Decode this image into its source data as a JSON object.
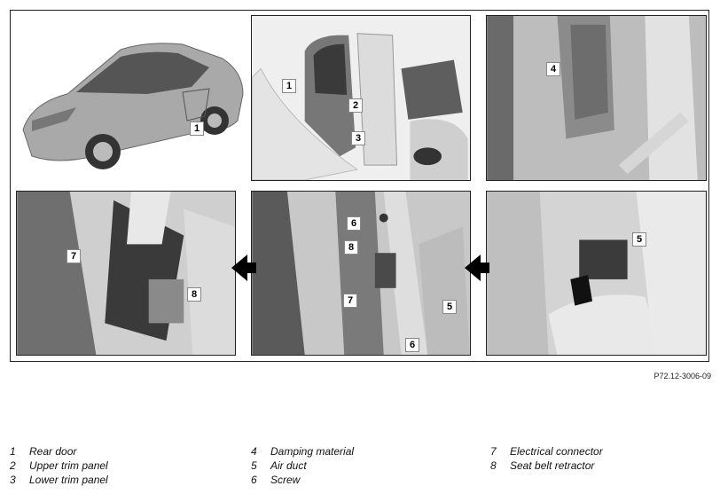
{
  "figure": {
    "code": "P72.12-3006-09",
    "callouts": {
      "car": [
        "1"
      ],
      "interior": [
        "1",
        "2",
        "3"
      ],
      "closeup_top": [
        "4"
      ],
      "closeup_lower_right": [
        "5"
      ],
      "pillar": [
        "6",
        "8",
        "7",
        "5",
        "6"
      ],
      "retractor": [
        "7",
        "8"
      ]
    }
  },
  "legend": {
    "items": [
      {
        "num": "1",
        "text": "Rear door"
      },
      {
        "num": "2",
        "text": "Upper trim panel"
      },
      {
        "num": "3",
        "text": "Lower trim panel"
      },
      {
        "num": "4",
        "text": "Damping material"
      },
      {
        "num": "5",
        "text": "Air duct"
      },
      {
        "num": "6",
        "text": "Screw"
      },
      {
        "num": "7",
        "text": "Electrical connector"
      },
      {
        "num": "8",
        "text": "Seat belt retractor"
      }
    ]
  },
  "colors": {
    "frame": "#222222",
    "panel_bg": "#d9d9d9",
    "arrow": "#000000"
  }
}
